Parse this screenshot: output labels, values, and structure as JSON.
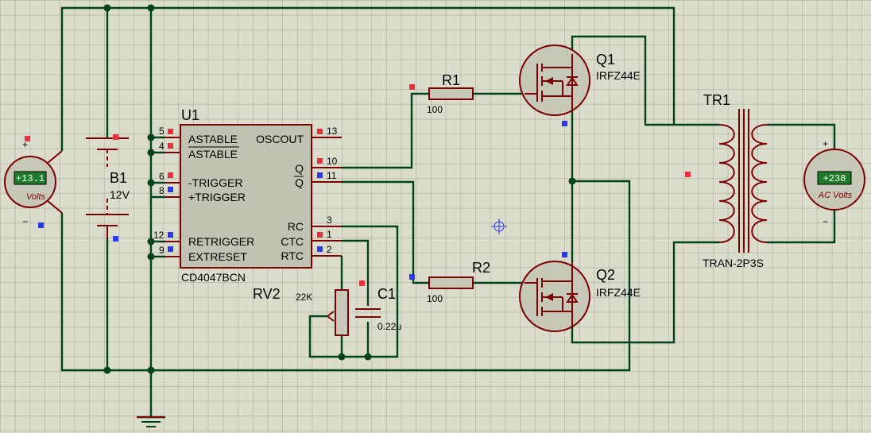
{
  "components": {
    "u1": {
      "ref": "U1",
      "part": "CD4047BCN",
      "pins_left": [
        {
          "num": "5",
          "name": "ASTABLE"
        },
        {
          "num": "4",
          "name": "ASTABLE"
        },
        {
          "num": "6",
          "name": "-TRIGGER"
        },
        {
          "num": "8",
          "name": "+TRIGGER"
        },
        {
          "num": "12",
          "name": "RETRIGGER"
        },
        {
          "num": "9",
          "name": "EXTRESET"
        }
      ],
      "pins_right": [
        {
          "num": "13",
          "name": "OSCOUT"
        },
        {
          "num": "10",
          "name": "Q"
        },
        {
          "num": "11",
          "name": "Q"
        },
        {
          "num": "3",
          "name": "RC"
        },
        {
          "num": "1",
          "name": "CTC"
        },
        {
          "num": "2",
          "name": "RTC"
        }
      ]
    },
    "b1": {
      "ref": "B1",
      "value": "12V"
    },
    "r1": {
      "ref": "R1",
      "value": "100"
    },
    "r2": {
      "ref": "R2",
      "value": "100"
    },
    "q1": {
      "ref": "Q1",
      "part": "IRFZ44E"
    },
    "q2": {
      "ref": "Q2",
      "part": "IRFZ44E"
    },
    "tr1": {
      "ref": "TR1",
      "part": "TRAN-2P3S"
    },
    "rv2": {
      "ref": "RV2",
      "value": "22K"
    },
    "c1": {
      "ref": "C1",
      "value": "0.22u"
    },
    "vm_dc": {
      "reading": "+13.1",
      "unit": "Volts",
      "plus": "+",
      "minus": "−"
    },
    "vm_ac": {
      "reading": "+238",
      "unit": "AC Volts",
      "plus": "+",
      "minus": "−"
    }
  },
  "colors": {
    "wire": "#00421c",
    "component": "#7a0000",
    "ic_fill": "#c2c2b2",
    "background": "#dcdccd",
    "pin_high": "#e8303c",
    "pin_low": "#2a3ae8",
    "meter_display": "#1f7a2a"
  }
}
